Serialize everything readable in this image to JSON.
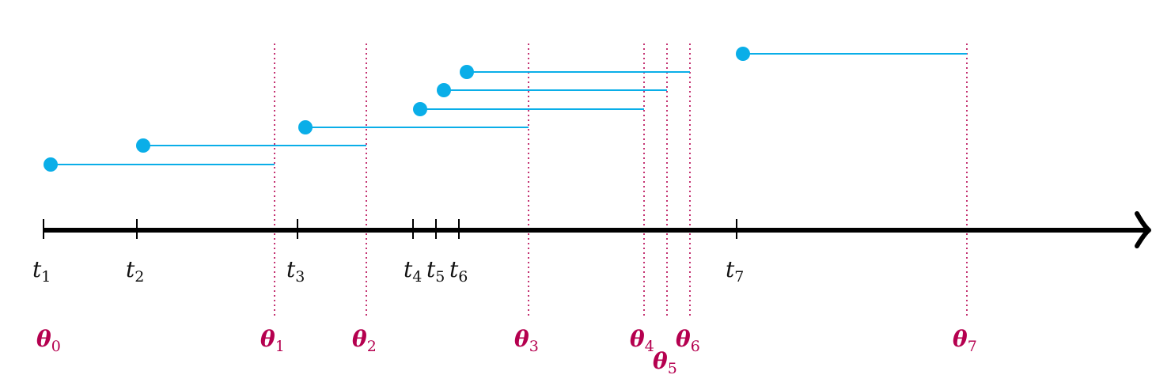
{
  "colors": {
    "axis": "#000000",
    "interval": "#0aaee8",
    "theta": "#b5004f",
    "label": "#111111"
  },
  "t_ticks": [
    {
      "symbol": "t",
      "index": "1"
    },
    {
      "symbol": "t",
      "index": "2"
    },
    {
      "symbol": "t",
      "index": "3"
    },
    {
      "symbol": "t",
      "index": "4"
    },
    {
      "symbol": "t",
      "index": "5"
    },
    {
      "symbol": "t",
      "index": "6"
    },
    {
      "symbol": "t",
      "index": "7"
    }
  ],
  "thetas": [
    {
      "symbol": "θ",
      "index": "0"
    },
    {
      "symbol": "θ",
      "index": "1"
    },
    {
      "symbol": "θ",
      "index": "2"
    },
    {
      "symbol": "θ",
      "index": "3"
    },
    {
      "symbol": "θ",
      "index": "4"
    },
    {
      "symbol": "θ",
      "index": "5"
    },
    {
      "symbol": "θ",
      "index": "6"
    },
    {
      "symbol": "θ",
      "index": "7"
    }
  ],
  "intervals": [
    {
      "start": "t1",
      "end": "θ1"
    },
    {
      "start": "t2",
      "end": "θ2"
    },
    {
      "start": "t3",
      "end": "θ3"
    },
    {
      "start": "t4",
      "end": "θ4"
    },
    {
      "start": "t5",
      "end": "θ5"
    },
    {
      "start": "t6",
      "end": "θ6"
    },
    {
      "start": "t7",
      "end": "θ7"
    }
  ]
}
